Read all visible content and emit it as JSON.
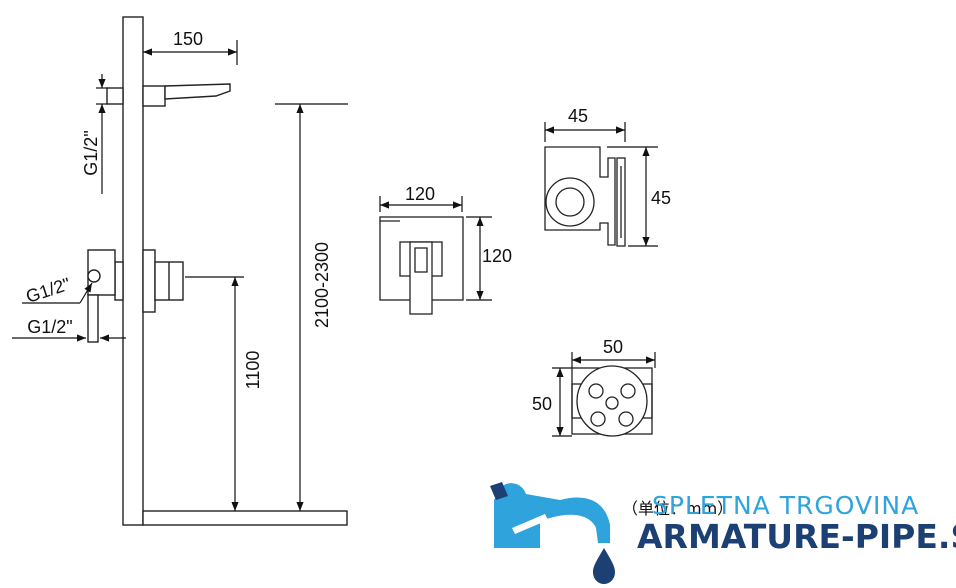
{
  "dimensions": {
    "spout_reach": "150",
    "spout_inlet_thread": "G1/2\"",
    "valve_thread_upper": "G1/2\"",
    "valve_thread_lower": "G1/2\"",
    "total_height": "2100-2300",
    "valve_height": "1100",
    "plate_width": "120",
    "plate_height": "120",
    "side_width": "45",
    "side_height": "45",
    "head_width": "50",
    "head_height": "50"
  },
  "unit_note": "（单位：mm）",
  "logo": {
    "tagline": "SPLETNA TRGOVINA",
    "name": "ARMATURE-PIPE.SI",
    "colors": {
      "light": "#2ea3dc",
      "dark": "#1c3f74"
    }
  }
}
